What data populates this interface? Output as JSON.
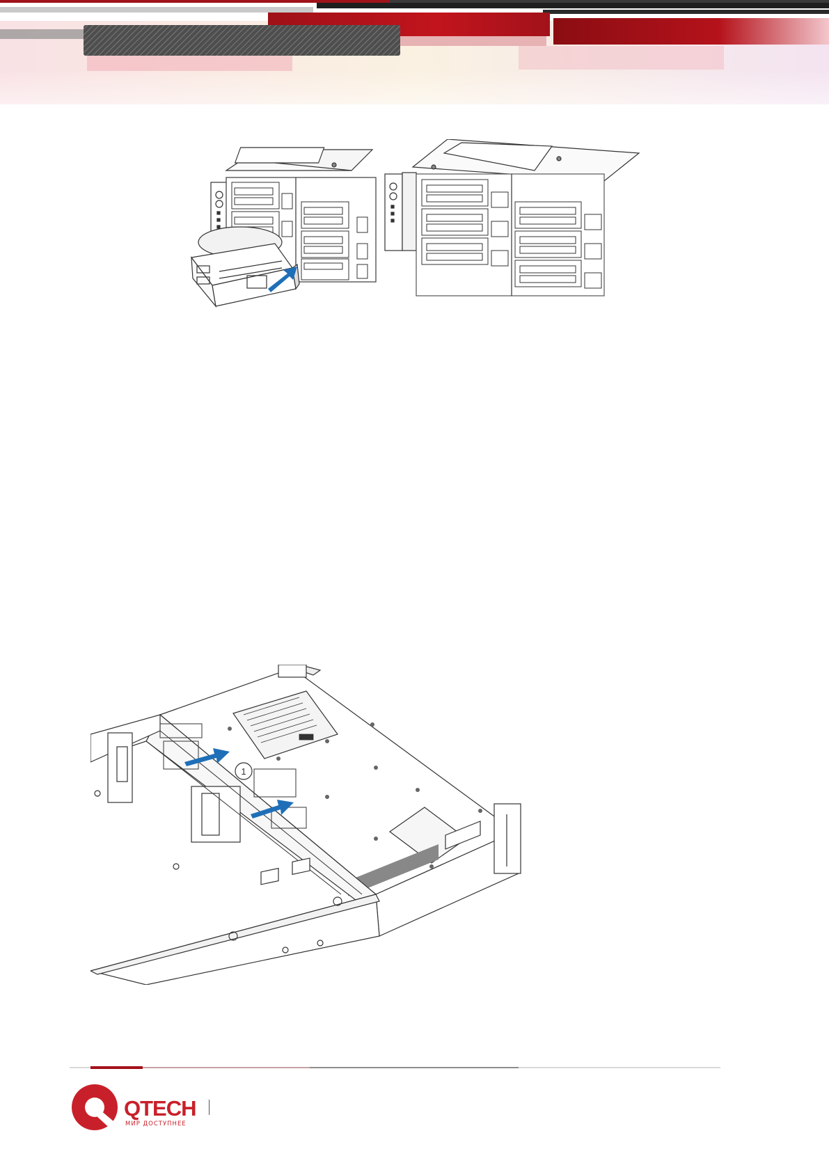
{
  "header": {
    "colors": {
      "dark_red": "#8a0d12",
      "red": "#b5121b",
      "grey": "#5a5a5a",
      "light": "#f1e7ea"
    }
  },
  "figures": [
    {
      "name": "drive-bay-install-figure",
      "callout_arrows": 1,
      "callout_color": "#1f6fb8"
    },
    {
      "name": "rear-module-install-figure",
      "callout_arrows": 2,
      "callout_label": "1",
      "callout_color": "#1f6fb8"
    }
  ],
  "footer": {
    "brand": "QTECH",
    "tagline": "МИР ДОСТУПНЕЕ",
    "brand_color": "#c8202a"
  }
}
